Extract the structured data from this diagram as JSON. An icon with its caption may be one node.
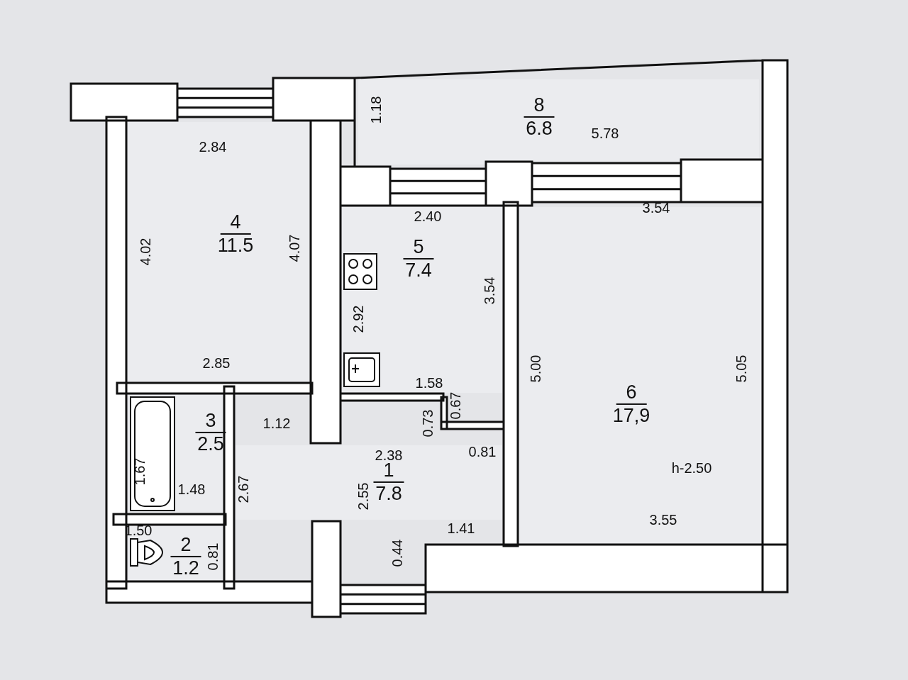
{
  "diagram": {
    "nodes": [
      {
        "text": [
          "8",
          "6.8"
        ]
      },
      {
        "text": [
          "4",
          "11.5"
        ]
      },
      {
        "text": [
          "5",
          "7.4"
        ]
      },
      {
        "text": [
          "6",
          "17,9"
        ]
      },
      {
        "text": [
          "3",
          "2.5"
        ]
      },
      {
        "text": [
          "1",
          "7.8"
        ]
      },
      {
        "text": [
          "2",
          "1.2"
        ]
      }
    ],
    "edges": [],
    "labels": [
      "1.18",
      "2.84",
      "5.78",
      "2.40",
      "3.54",
      "4.02",
      "4.07",
      "3.54",
      "2.92",
      "5.00",
      "5.05",
      "2.85",
      "1.58",
      "0.67",
      "0.73",
      "1.12",
      "2.38",
      "0.81",
      "h-2.50",
      "1.67",
      "1.48",
      "2.67",
      "2.55",
      "1.41",
      "3.55",
      "1.50",
      "0.81",
      "0.44"
    ]
  }
}
